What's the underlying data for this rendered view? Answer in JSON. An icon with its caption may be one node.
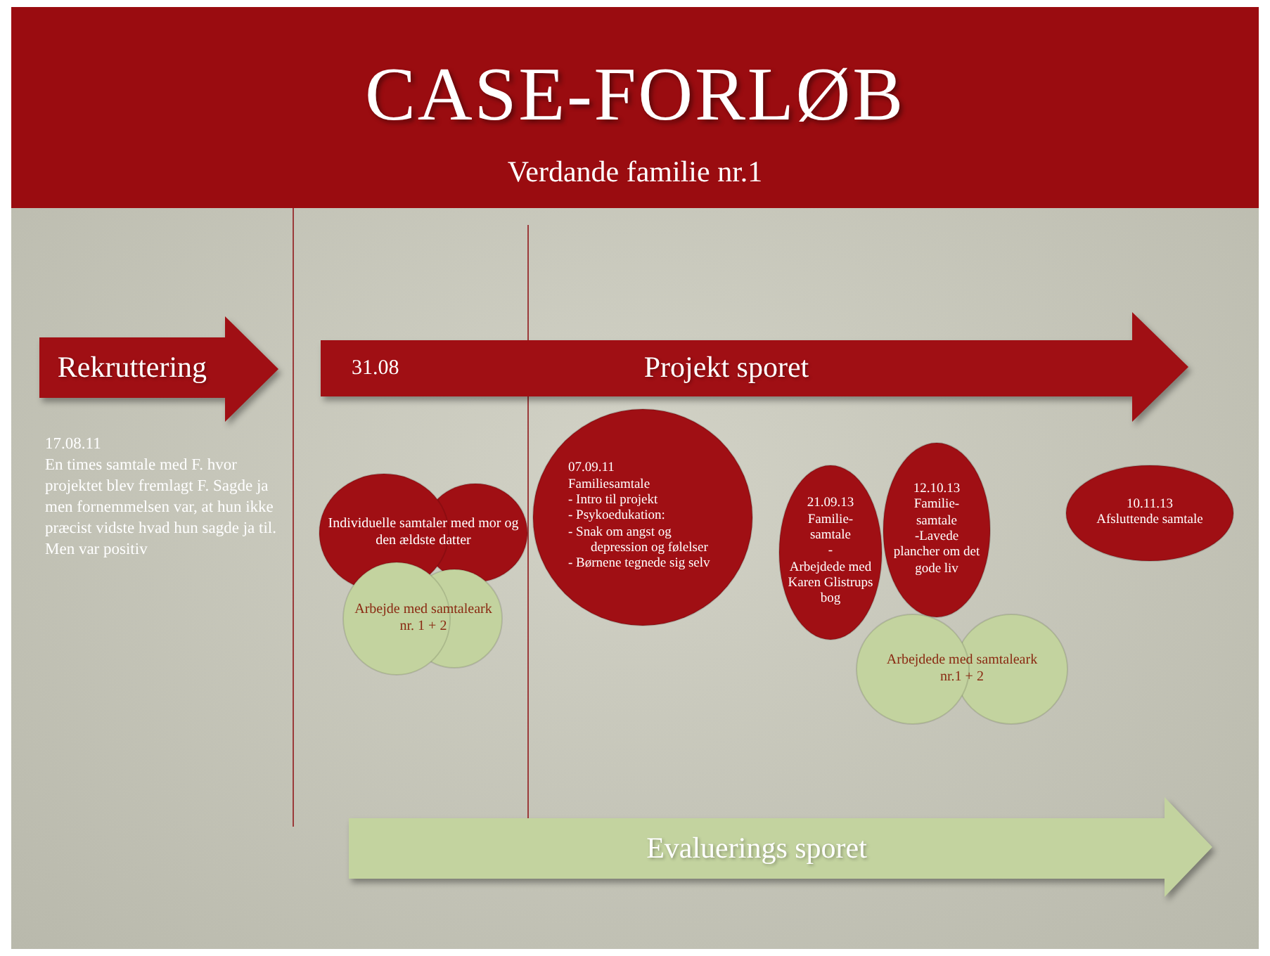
{
  "diagram": {
    "title": "CASE-FORLØB",
    "caption": "Verdande familie nr.1",
    "nodes": [
      {
        "text": [
          "Rekruttering"
        ]
      },
      {
        "text": [
          "31.08",
          "Projekt sporet"
        ]
      },
      {
        "text": [
          "Evaluerings sporet"
        ]
      },
      {
        "text": [
          "Individuelle samtaler med mor og den ældste datter"
        ]
      },
      {
        "text": [
          "Arbejde med samtaleark nr. 1 + 2"
        ]
      },
      {
        "text": [
          "07.09.11",
          "Familiesamtale",
          "- Intro til projekt",
          "- Psykoedukation:",
          "- Snak om angst og depression og følelser",
          "- Børnene tegnede sig selv"
        ]
      },
      {
        "text": [
          "21.09.13",
          "Familie- samtale",
          "-",
          "Arbejdede med Karen Glistrups bog"
        ]
      },
      {
        "text": [
          "12.10.13",
          "Familie- samtale",
          "-Lavede plancher om det gode liv"
        ]
      },
      {
        "text": [
          "Arbejdede med samtaleark nr.1 + 2"
        ]
      },
      {
        "text": [
          "10.11.13",
          "Afsluttende samtale"
        ]
      }
    ],
    "labels": [
      "17.08.11",
      "En times samtale med F. hvor projektet blev fremlagt F. Sagde ja men fornemmelsen var, at hun ikke præcist vidste hvad hun sagde ja til. Men var positiv"
    ]
  }
}
